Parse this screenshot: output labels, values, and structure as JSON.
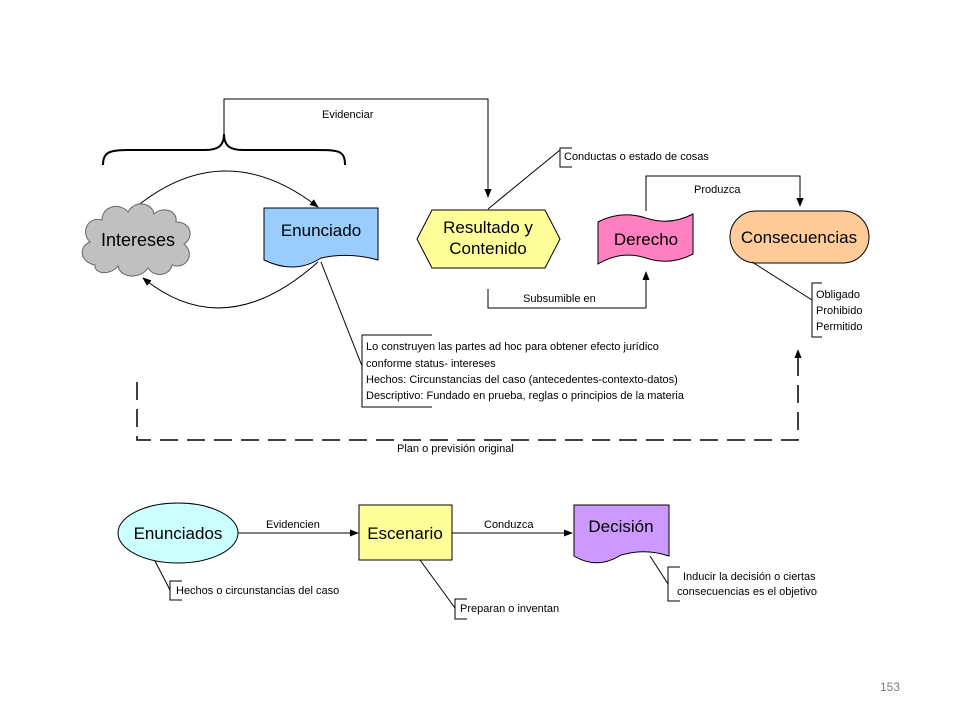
{
  "nodes": {
    "intereses": "Intereses",
    "enunciado": "Enunciado",
    "resultado_line1": "Resultado y",
    "resultado_line2": "Contenido",
    "derecho": "Derecho",
    "consecuencias": "Consecuencias",
    "enunciados": "Enunciados",
    "escenario": "Escenario",
    "decision": "Decisión"
  },
  "edges": {
    "evidenciar": "Evidenciar",
    "produzca": "Produzca",
    "subsumible_en": "Subsumible en",
    "plan": "Plan o previsión original",
    "evidencien": "Evidencien",
    "conduzca": "Conduzca"
  },
  "notes": {
    "conductas": "Conductas o estado de cosas",
    "consecuencias_lines": [
      "Obligado",
      "Prohibido",
      "Permitido"
    ],
    "enunciado_lines": [
      "Lo construyen las partes ad hoc para obtener efecto jurídico",
      "conforme status- intereses",
      "Hechos: Circunstancias del caso (antecedentes-contexto-datos)",
      "Descriptivo: Fundado en prueba, reglas o principios de la materia"
    ],
    "hechos": "Hechos o circunstancias del caso",
    "preparan": "Preparan o inventan",
    "decision_lines": [
      "Inducir la decisión o ciertas",
      "consecuencias es el objetivo"
    ]
  },
  "page_number": "153",
  "colors": {
    "intereses": "#c0c0c0",
    "enunciado": "#99ccff",
    "resultado": "#ffff99",
    "derecho": "#ff80c0",
    "consecuencias": "#ffcc99",
    "enunciados": "#ccffff",
    "escenario": "#ffff99",
    "decision": "#cc99ff",
    "page_number": "#7f7f7f"
  }
}
